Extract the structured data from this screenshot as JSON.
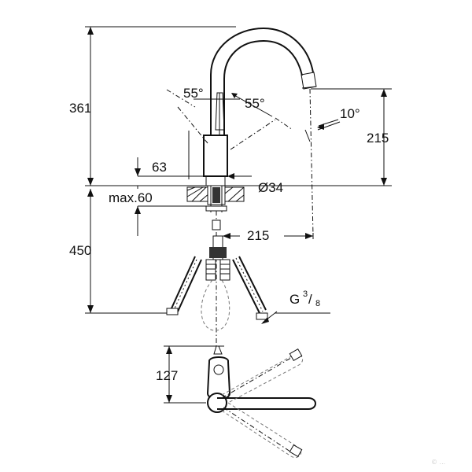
{
  "dimensions": {
    "total_height": "361",
    "spout_height": "215",
    "base_height": "63",
    "spout_angle_left": "55°",
    "spout_angle_right": "55°",
    "aerator_angle": "10°",
    "diameter": "Ø34",
    "max_thickness": "max.60",
    "spout_reach": "215",
    "hose_length": "450",
    "connection_g": "G",
    "connection_num": "3",
    "connection_den": "8",
    "plan_depth": "127"
  },
  "watermark": "© ...",
  "colors": {
    "line": "#111111",
    "hidden": "#777777",
    "background": "#ffffff"
  }
}
